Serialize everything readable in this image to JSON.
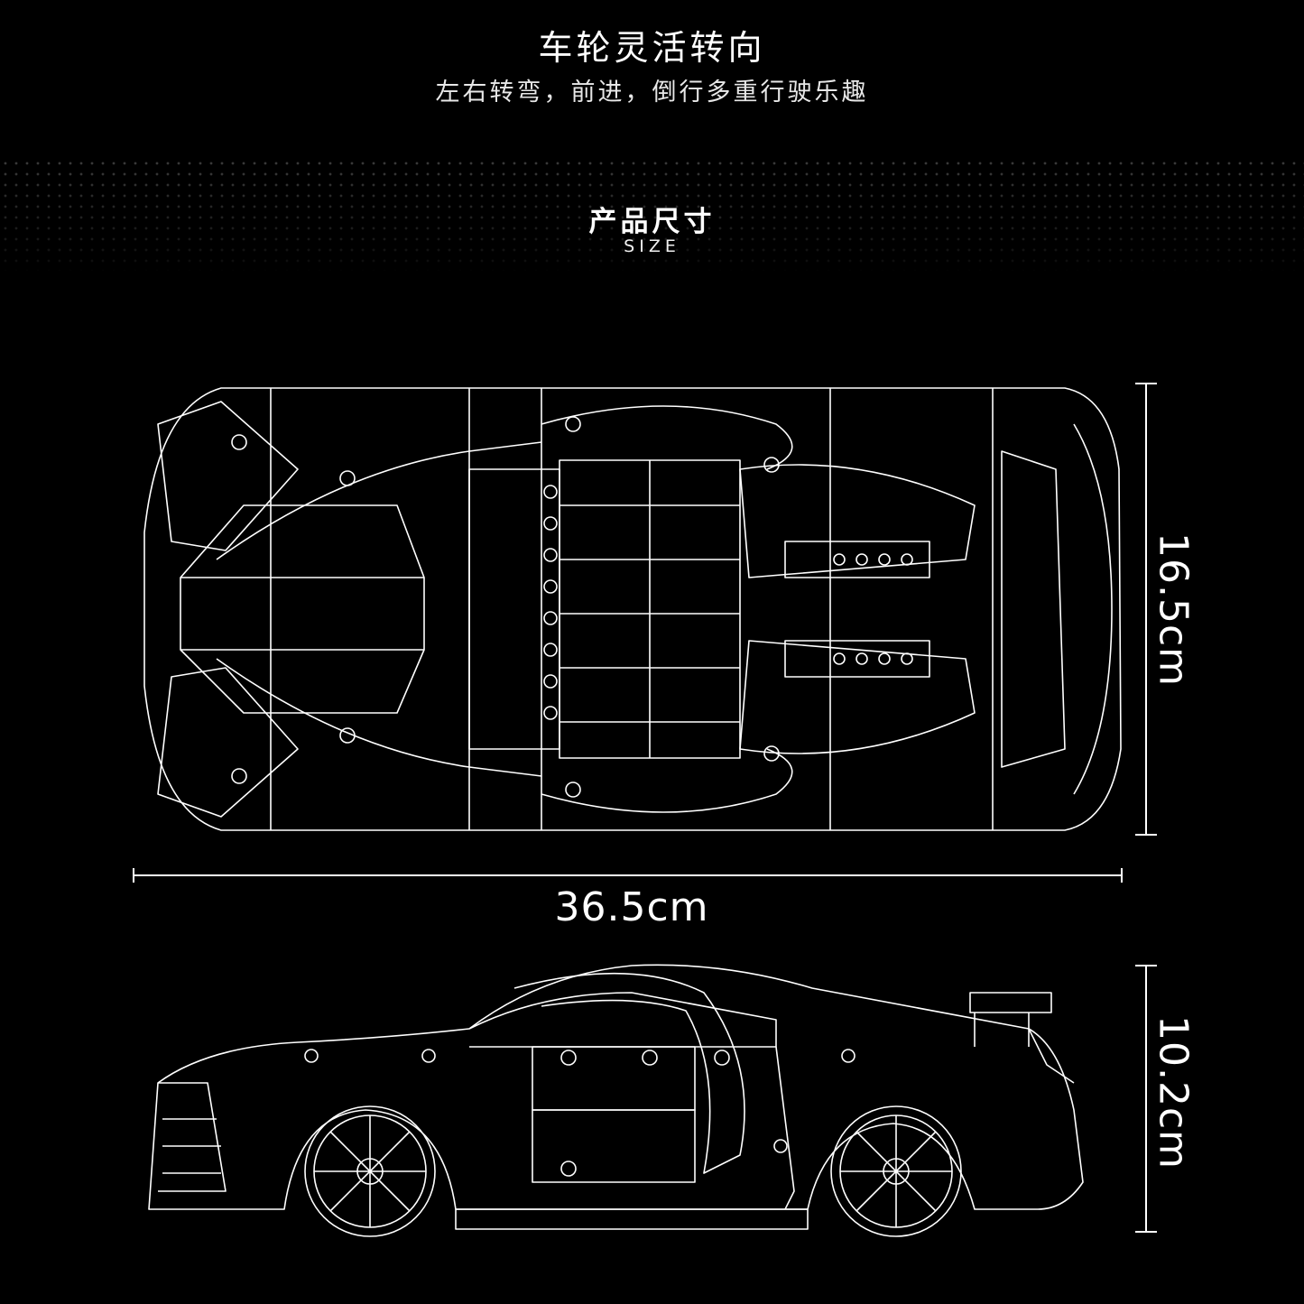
{
  "header": {
    "title": "车轮灵活转向",
    "subtitle": "左右转弯，前进，倒行多重行驶乐趣"
  },
  "size_section": {
    "title": "产品尺寸",
    "subtitle": "SIZE"
  },
  "dimensions": {
    "length": "36.5cm",
    "width": "16.5cm",
    "height": "10.2cm"
  },
  "colors": {
    "background": "#000000",
    "line": "#ffffff"
  }
}
